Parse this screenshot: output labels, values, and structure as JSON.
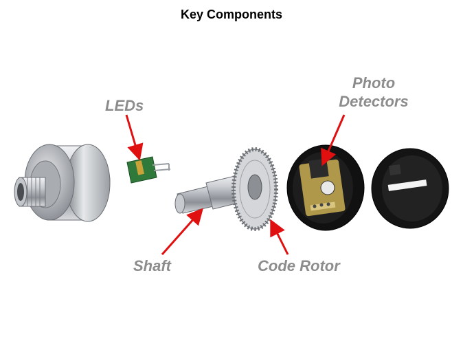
{
  "title": "Key Components",
  "labels": {
    "leds": "LEDs",
    "photo_line1": "Photo",
    "photo_line2": "Detectors",
    "shaft": "Shaft",
    "code_rotor": "Code Rotor"
  },
  "colors": {
    "label_text": "#8c8c8c",
    "arrow": "#e01010",
    "pcb_green": "#2f7a3a",
    "metal": "#b8bcc2",
    "housing_black": "#111111"
  }
}
